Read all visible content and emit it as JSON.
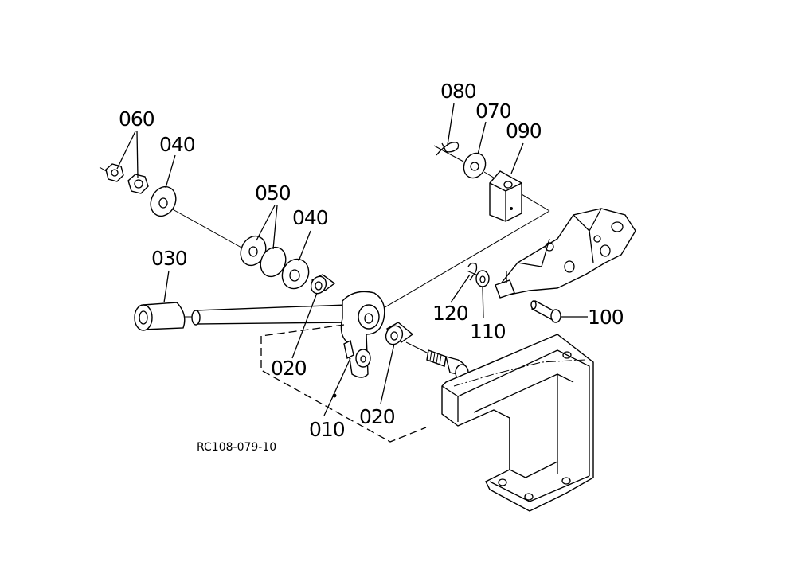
{
  "diagram": {
    "reference_code": "RC108-079-10",
    "labels": {
      "p010": "010",
      "p020_a": "020",
      "p020_b": "020",
      "p030": "030",
      "p040_a": "040",
      "p040_b": "040",
      "p050": "050",
      "p060": "060",
      "p070": "070",
      "p080": "080",
      "p090": "090",
      "p100": "100",
      "p110": "110",
      "p120": "120"
    }
  }
}
